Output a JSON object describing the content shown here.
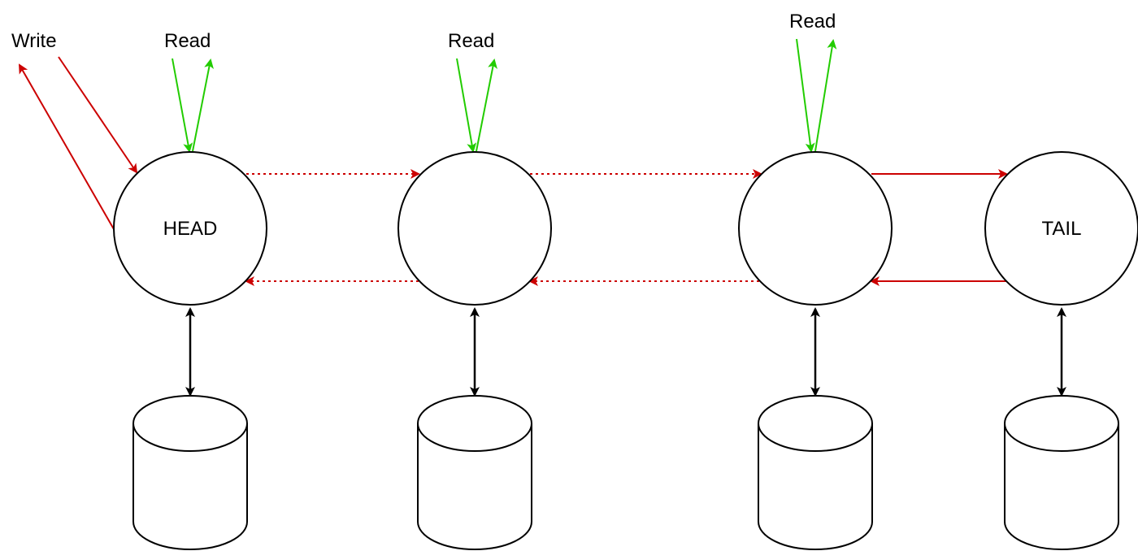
{
  "diagram": {
    "write_label": "Write",
    "read_labels": [
      "Read",
      "Read",
      "Read"
    ],
    "nodes": [
      {
        "label": "HEAD"
      },
      {
        "label": ""
      },
      {
        "label": ""
      },
      {
        "label": "TAIL"
      }
    ]
  },
  "colors": {
    "write": "#cc0000",
    "read": "#22cc00",
    "link": "#000000"
  }
}
